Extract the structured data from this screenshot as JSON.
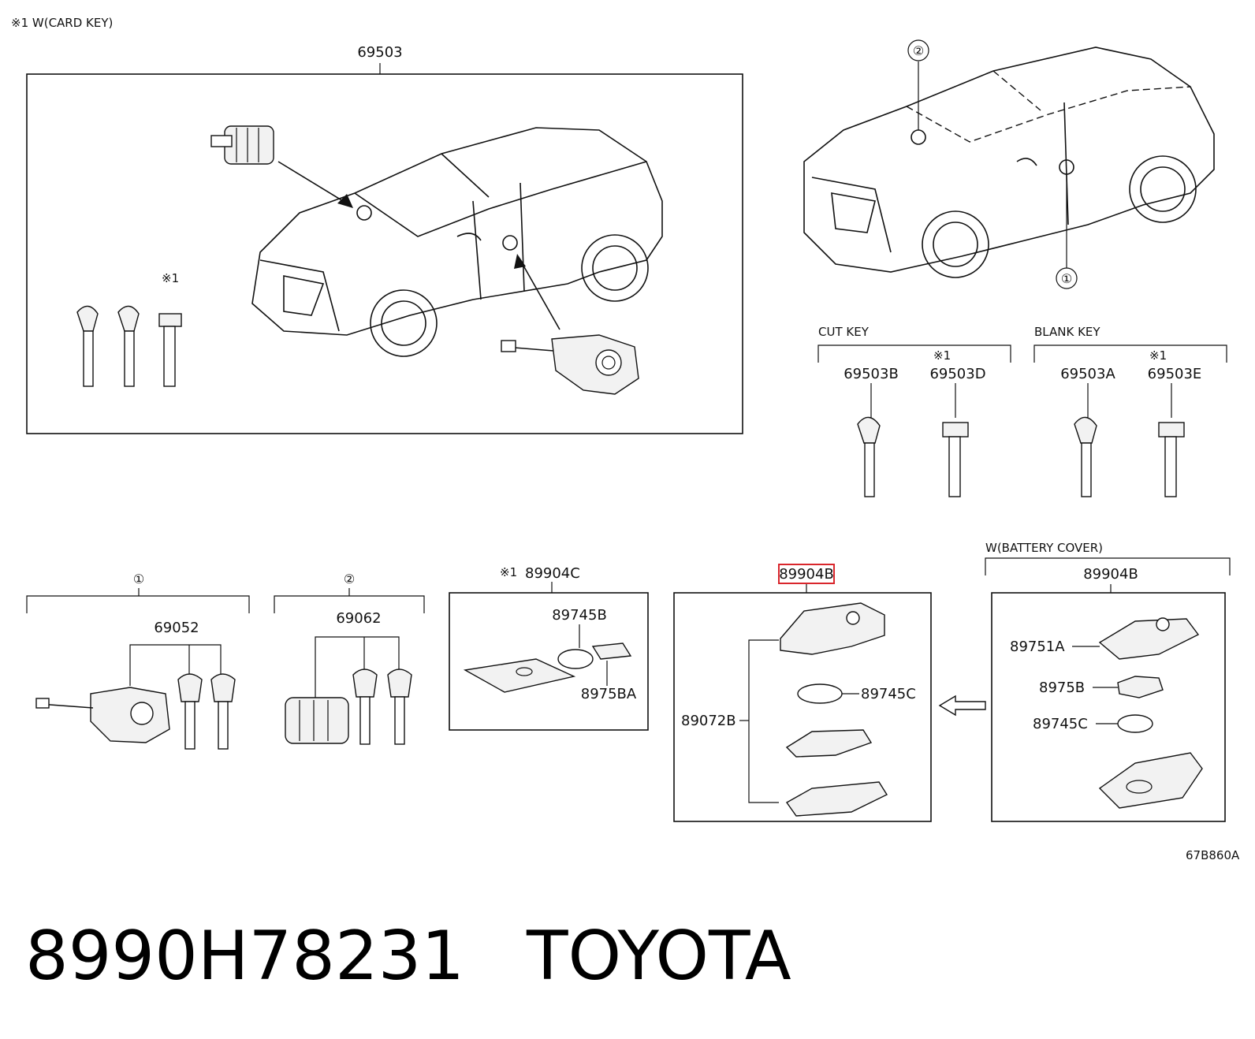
{
  "header": {
    "note": "※1 W(CARD KEY)"
  },
  "kit": {
    "part_no": "69503"
  },
  "callouts": {
    "one": "①",
    "two": "②",
    "note_mark": "※1"
  },
  "cut_key": {
    "title": "CUT KEY",
    "part_a": "69503B",
    "part_b": "69503D"
  },
  "blank_key": {
    "title": "BLANK KEY",
    "part_a": "69503A",
    "part_b": "69503E"
  },
  "group1": {
    "mark": "①",
    "part_no": "69052"
  },
  "group2": {
    "mark": "②",
    "part_no": "69062"
  },
  "card_key": {
    "part_no": "89904C",
    "battery": "89745B",
    "holder": "8975BA"
  },
  "fob": {
    "part_no": "89904B",
    "case": "89072B",
    "battery": "89745C"
  },
  "battery_cover": {
    "title": "W(BATTERY COVER)",
    "part_no": "89904B",
    "cover": "89751A",
    "holder": "8975B",
    "battery": "89745C"
  },
  "diagram_code": "67B860A",
  "footer": {
    "part_number": "8990H78231",
    "brand": "TOYOTA"
  },
  "colors": {
    "highlight": "#d9262c",
    "line": "#111111"
  }
}
